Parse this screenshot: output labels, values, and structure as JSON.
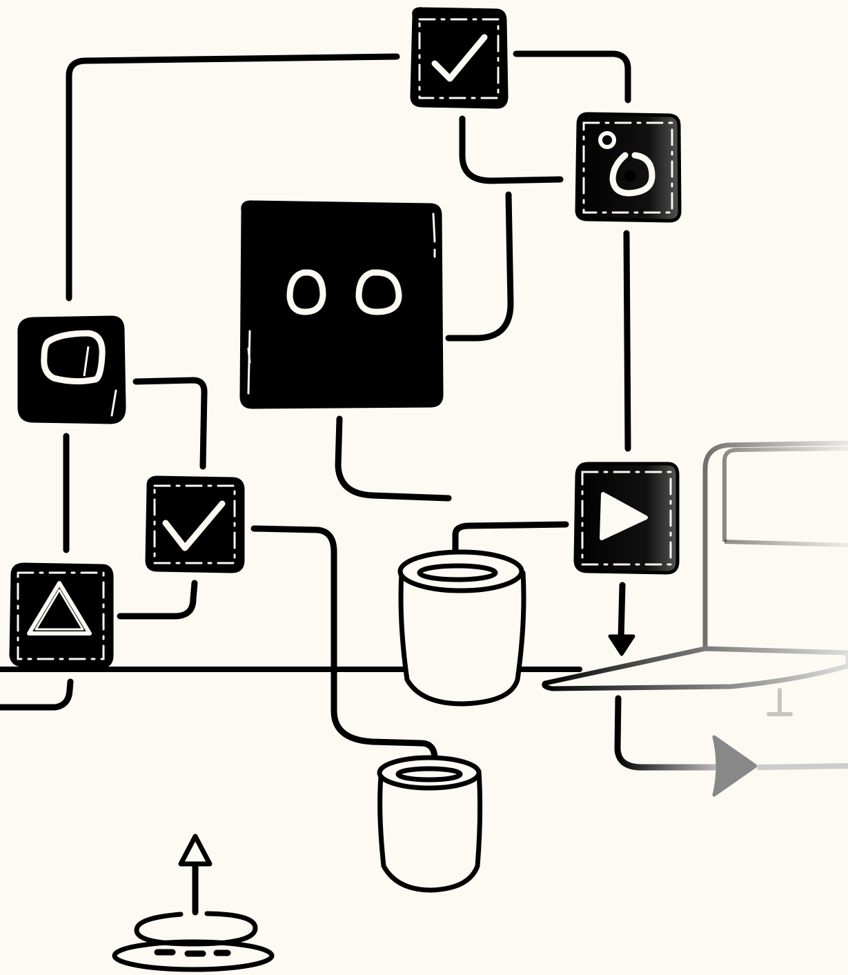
{
  "diagram": {
    "nodes": [
      {
        "id": "check-top",
        "icon": "checkmark-icon"
      },
      {
        "id": "drop-node",
        "icon": "drop-icon"
      },
      {
        "id": "central-node",
        "icon": "eyes-icon"
      },
      {
        "id": "screen-node",
        "icon": "screen-icon"
      },
      {
        "id": "check-mid",
        "icon": "checkmark-icon"
      },
      {
        "id": "triangle-node",
        "icon": "triangle-icon"
      },
      {
        "id": "play-node",
        "icon": "play-icon"
      },
      {
        "id": "cylinder-upper",
        "icon": "cylinder-icon"
      },
      {
        "id": "cylinder-lower",
        "icon": "cylinder-icon"
      },
      {
        "id": "laptop",
        "icon": "laptop-icon"
      },
      {
        "id": "portal",
        "icon": "portal-icon"
      }
    ],
    "colors": {
      "background": "#fdf9f3",
      "ink": "#000000",
      "fade": "#c8c4be"
    }
  }
}
